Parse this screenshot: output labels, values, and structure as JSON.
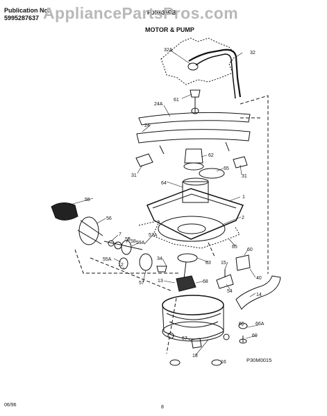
{
  "header": {
    "publication_label": "Publication No.",
    "publication_number": "5995287637",
    "model": "FDB636RB",
    "section_title": "MOTOR & PUMP",
    "watermark": "AppliancePartsPros.com"
  },
  "diagram": {
    "part_labels": [
      "32A",
      "32",
      "61",
      "24A",
      "24",
      "62",
      "31",
      "65",
      "31",
      "64",
      "1",
      "55",
      "56",
      "2",
      "7",
      "59",
      "58",
      "57A",
      "59A",
      "65",
      "60",
      "55A",
      "12",
      "34",
      "63",
      "15",
      "57",
      "54",
      "13",
      "68",
      "40",
      "14",
      "66",
      "66A",
      "69",
      "67",
      "18",
      "16"
    ],
    "figure_code": "P30M0015"
  },
  "footer": {
    "date": "06/96",
    "page_number": "8"
  }
}
